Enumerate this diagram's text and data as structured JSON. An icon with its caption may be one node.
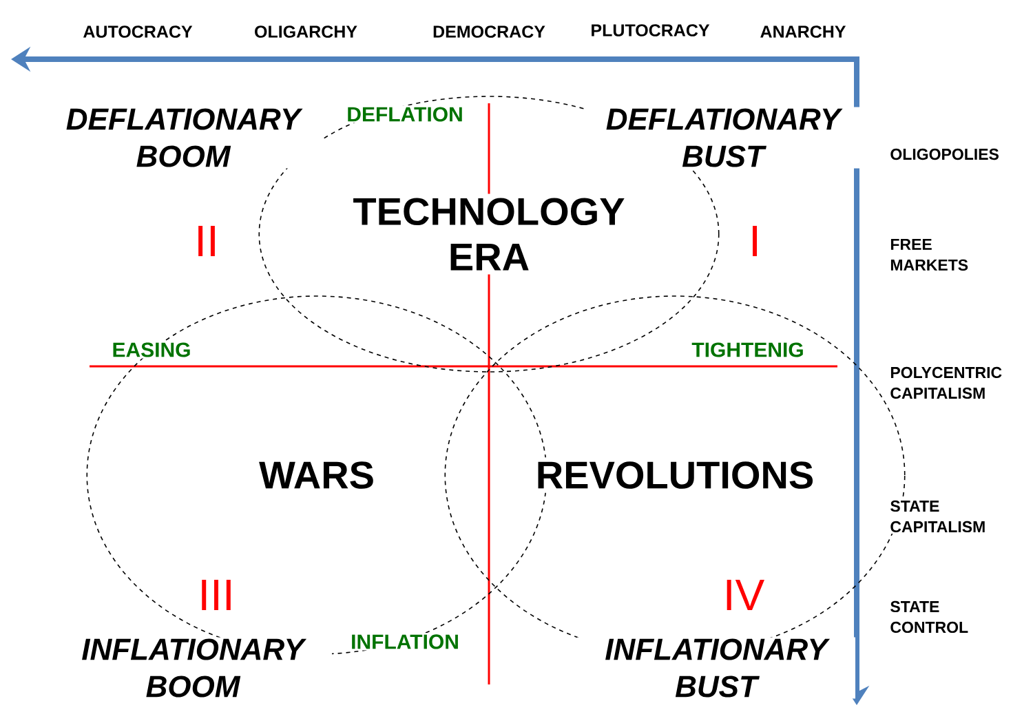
{
  "diagram": {
    "nodes": [
      {
        "text": [
          "TECHNOLOGY ERA"
        ]
      },
      {
        "text": [
          "WARS"
        ]
      },
      {
        "text": [
          "REVOLUTIONS"
        ]
      }
    ],
    "labels": [
      "AUTOCRACY",
      "OLIGARCHY",
      "DEMOCRACY",
      "PLUTOCRACY",
      "ANARCHY",
      "DEFLATIONARY BOOM",
      "DEFLATION",
      "DEFLATIONARY BUST",
      "OLIGOPOLIES",
      "II",
      "I",
      "FREE MARKETS",
      "EASING",
      "TIGHTENIG",
      "POLYCENTRIC CAPITALISM",
      "STATE CAPITALISM",
      "III",
      "IV",
      "STATE CONTROL",
      "INFLATIONARY BOOM",
      "INFLATION",
      "INFLATIONARY BUST"
    ]
  }
}
